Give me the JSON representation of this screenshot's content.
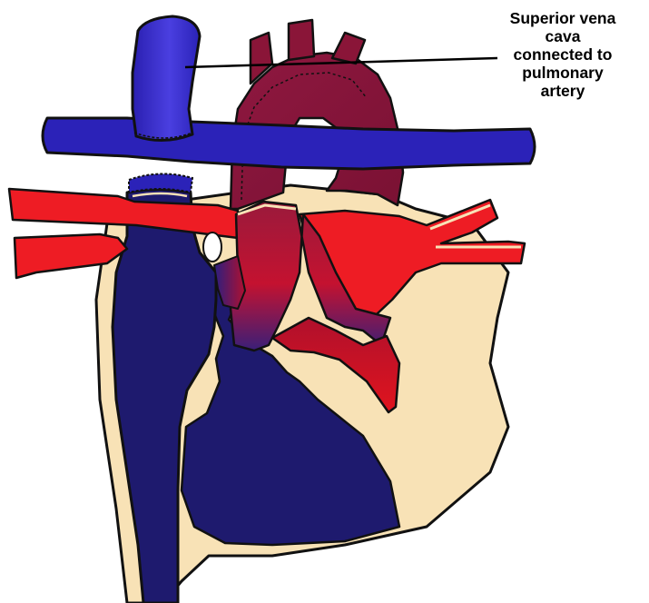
{
  "annotation": {
    "lines": [
      "Superior vena",
      "cava",
      "connected to",
      "pulmonary",
      "artery"
    ]
  },
  "colors": {
    "background": "#ffffff",
    "cardiac_tissue": "#f8e2b6",
    "venous_blue": "#1e1a6e",
    "vessel_blue": "#2b22b8",
    "aorta": "#8a1538",
    "pulmonary_red": "#ee1c24",
    "outline": "#111111"
  }
}
